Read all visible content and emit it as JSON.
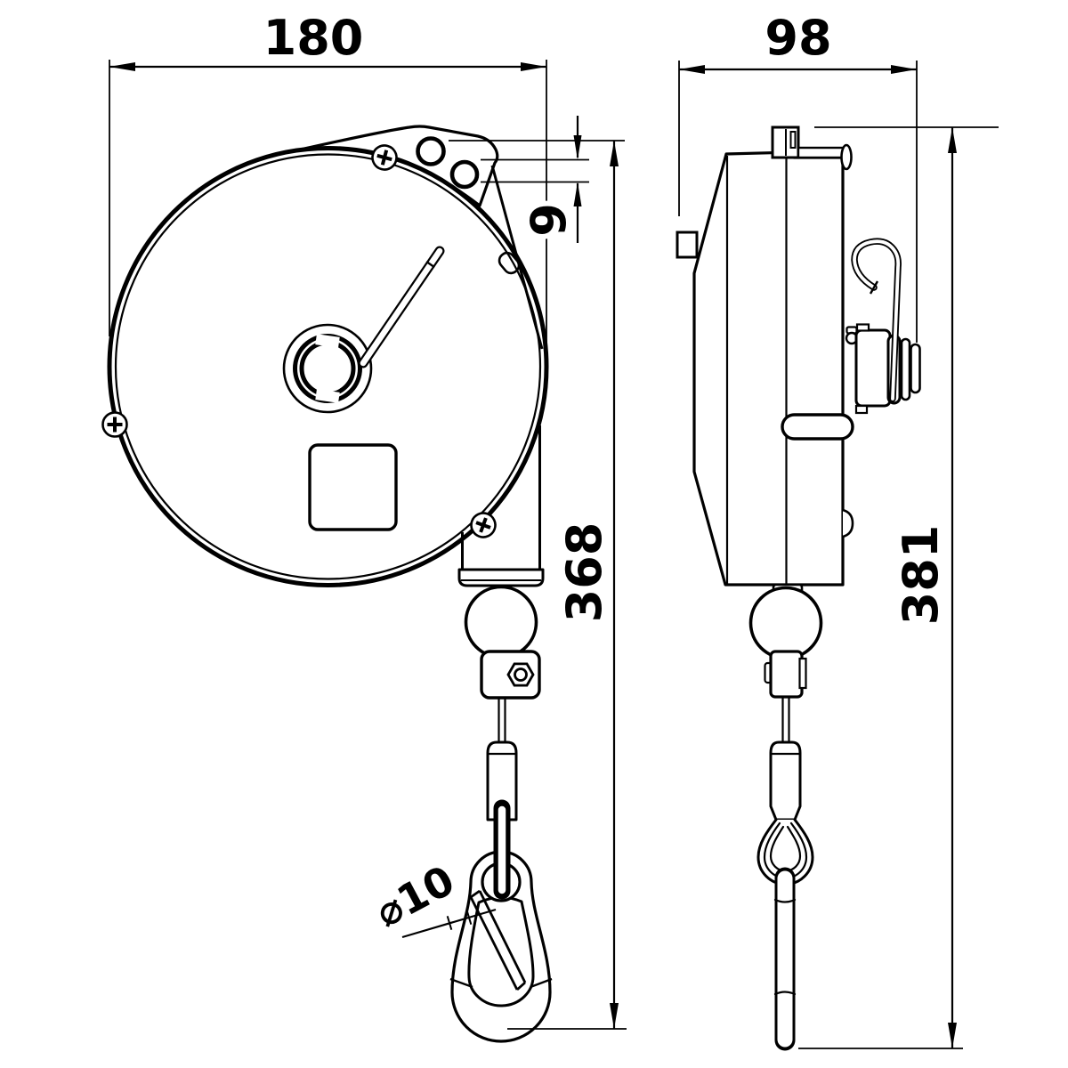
{
  "front_view": {
    "width_mm": "180",
    "hole_offset_mm": "9",
    "length_to_hook_mm": "368",
    "hook_wire_diameter": "⌀10"
  },
  "side_view": {
    "depth_mm": "98",
    "overall_length_mm": "381"
  },
  "colors": {
    "line": "#000000",
    "background": "#ffffff"
  }
}
